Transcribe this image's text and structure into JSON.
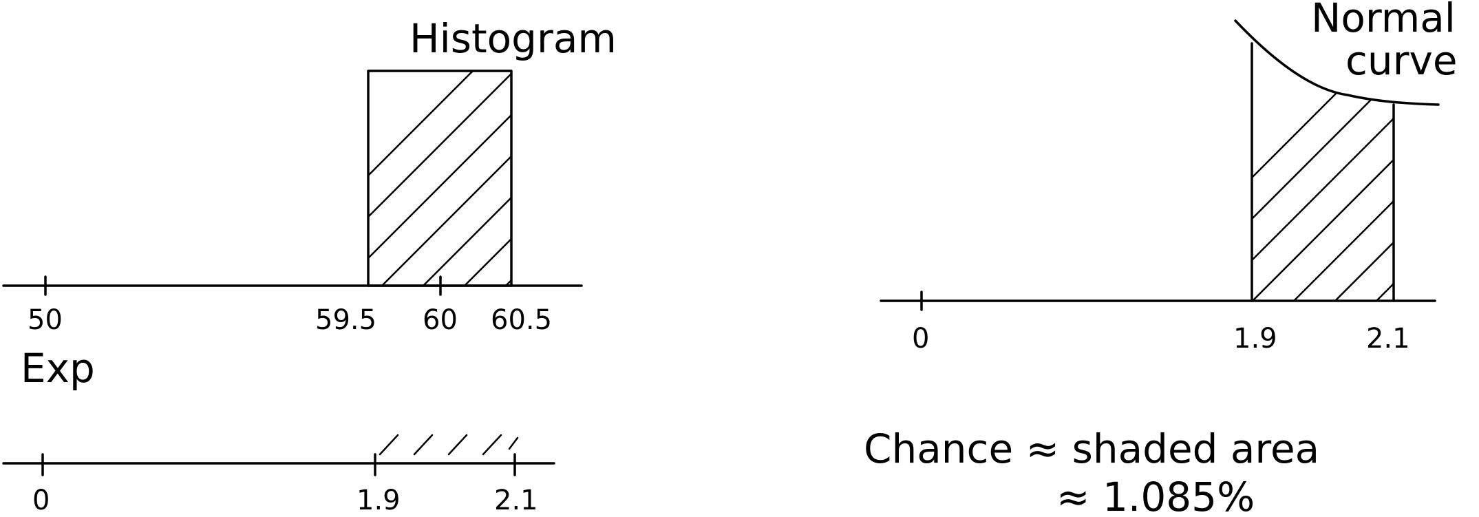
{
  "histogram_panel": {
    "title": "Histogram",
    "axis_ticks": [
      "50",
      "59.5",
      "60",
      "60.5"
    ],
    "bar_range": [
      "59.5",
      "60.5"
    ]
  },
  "exp_panel": {
    "label": "Exp",
    "axis_ticks": [
      "0",
      "1.9",
      "2.1"
    ]
  },
  "normal_panel": {
    "curve_label_line1": "Normal",
    "curve_label_line2": "curve",
    "axis_ticks": [
      "0",
      "1.9",
      "2.1"
    ]
  },
  "caption": {
    "line1": "Chance ≈ shaded area",
    "line2": "≈ 1.085%"
  }
}
